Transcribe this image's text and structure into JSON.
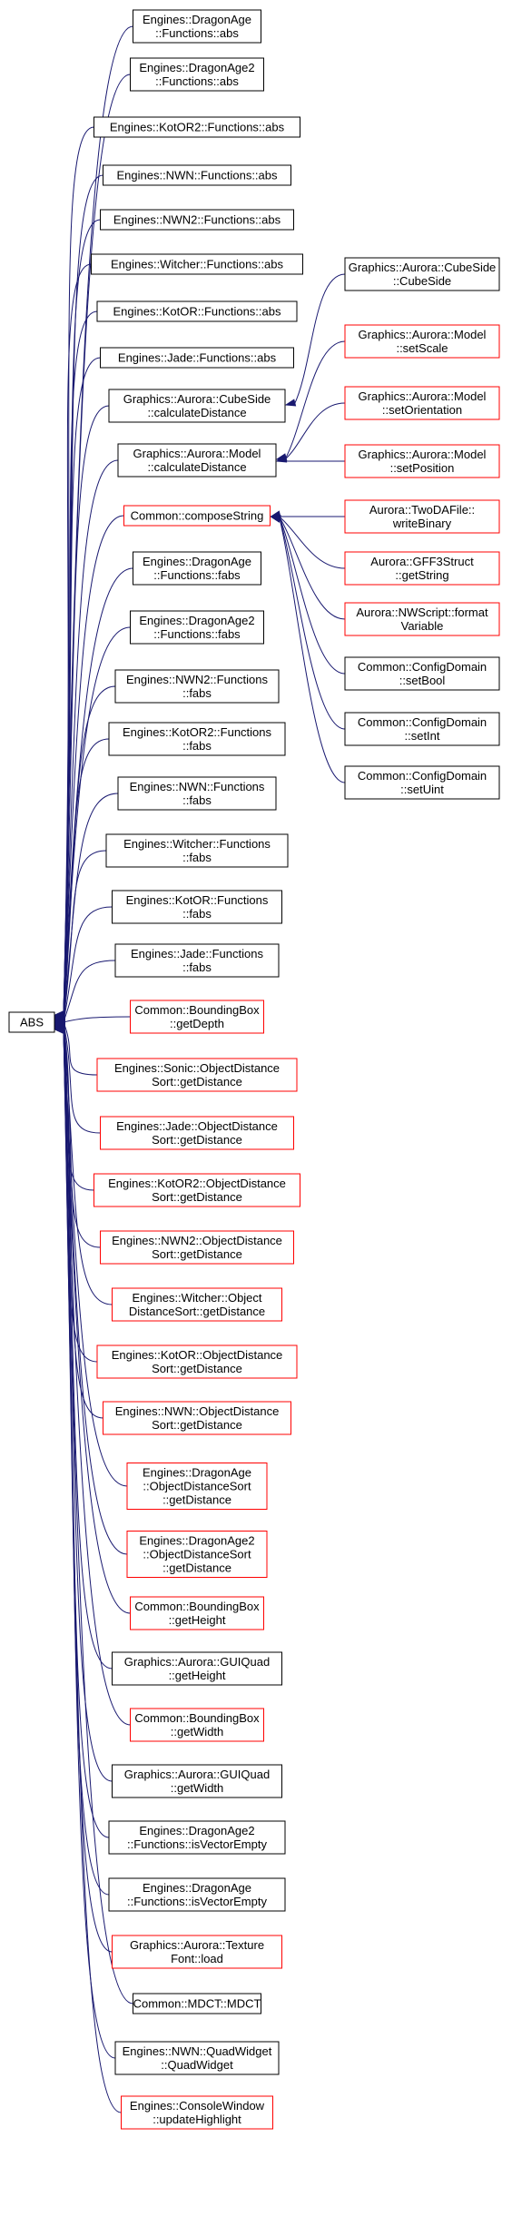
{
  "colors": {
    "edge": "#191970",
    "border_normal": "#000000",
    "border_red": "#ff0000",
    "root_fill": "#bfbfbf"
  },
  "root": {
    "lines": [
      "ABS"
    ]
  },
  "callers": [
    {
      "lines": [
        "Engines::DragonAge",
        "::Functions::abs"
      ],
      "style": "normal"
    },
    {
      "lines": [
        "Engines::DragonAge2",
        "::Functions::abs"
      ],
      "style": "normal"
    },
    {
      "lines": [
        "Engines::KotOR2::Functions::abs"
      ],
      "style": "normal"
    },
    {
      "lines": [
        "Engines::NWN::Functions::abs"
      ],
      "style": "normal"
    },
    {
      "lines": [
        "Engines::NWN2::Functions::abs"
      ],
      "style": "normal"
    },
    {
      "lines": [
        "Engines::Witcher::Functions::abs"
      ],
      "style": "normal"
    },
    {
      "lines": [
        "Engines::KotOR::Functions::abs"
      ],
      "style": "normal"
    },
    {
      "lines": [
        "Engines::Jade::Functions::abs"
      ],
      "style": "normal"
    },
    {
      "lines": [
        "Graphics::Aurora::CubeSide",
        "::calculateDistance"
      ],
      "style": "normal"
    },
    {
      "lines": [
        "Graphics::Aurora::Model",
        "::calculateDistance"
      ],
      "style": "normal"
    },
    {
      "lines": [
        "Common::composeString"
      ],
      "style": "red"
    },
    {
      "lines": [
        "Engines::DragonAge",
        "::Functions::fabs"
      ],
      "style": "normal"
    },
    {
      "lines": [
        "Engines::DragonAge2",
        "::Functions::fabs"
      ],
      "style": "normal"
    },
    {
      "lines": [
        "Engines::NWN2::Functions",
        "::fabs"
      ],
      "style": "normal"
    },
    {
      "lines": [
        "Engines::KotOR2::Functions",
        "::fabs"
      ],
      "style": "normal"
    },
    {
      "lines": [
        "Engines::NWN::Functions",
        "::fabs"
      ],
      "style": "normal"
    },
    {
      "lines": [
        "Engines::Witcher::Functions",
        "::fabs"
      ],
      "style": "normal"
    },
    {
      "lines": [
        "Engines::KotOR::Functions",
        "::fabs"
      ],
      "style": "normal"
    },
    {
      "lines": [
        "Engines::Jade::Functions",
        "::fabs"
      ],
      "style": "normal"
    },
    {
      "lines": [
        "Common::BoundingBox",
        "::getDepth"
      ],
      "style": "red"
    },
    {
      "lines": [
        "Engines::Sonic::ObjectDistance",
        "Sort::getDistance"
      ],
      "style": "red"
    },
    {
      "lines": [
        "Engines::Jade::ObjectDistance",
        "Sort::getDistance"
      ],
      "style": "red"
    },
    {
      "lines": [
        "Engines::KotOR2::ObjectDistance",
        "Sort::getDistance"
      ],
      "style": "red"
    },
    {
      "lines": [
        "Engines::NWN2::ObjectDistance",
        "Sort::getDistance"
      ],
      "style": "red"
    },
    {
      "lines": [
        "Engines::Witcher::Object",
        "DistanceSort::getDistance"
      ],
      "style": "red"
    },
    {
      "lines": [
        "Engines::KotOR::ObjectDistance",
        "Sort::getDistance"
      ],
      "style": "red"
    },
    {
      "lines": [
        "Engines::NWN::ObjectDistance",
        "Sort::getDistance"
      ],
      "style": "red"
    },
    {
      "lines": [
        "Engines::DragonAge",
        "::ObjectDistanceSort",
        "::getDistance"
      ],
      "style": "red"
    },
    {
      "lines": [
        "Engines::DragonAge2",
        "::ObjectDistanceSort",
        "::getDistance"
      ],
      "style": "red"
    },
    {
      "lines": [
        "Common::BoundingBox",
        "::getHeight"
      ],
      "style": "red"
    },
    {
      "lines": [
        "Graphics::Aurora::GUIQuad",
        "::getHeight"
      ],
      "style": "normal"
    },
    {
      "lines": [
        "Common::BoundingBox",
        "::getWidth"
      ],
      "style": "red"
    },
    {
      "lines": [
        "Graphics::Aurora::GUIQuad",
        "::getWidth"
      ],
      "style": "normal"
    },
    {
      "lines": [
        "Engines::DragonAge2",
        "::Functions::isVectorEmpty"
      ],
      "style": "normal"
    },
    {
      "lines": [
        "Engines::DragonAge",
        "::Functions::isVectorEmpty"
      ],
      "style": "normal"
    },
    {
      "lines": [
        "Graphics::Aurora::Texture",
        "Font::load"
      ],
      "style": "red"
    },
    {
      "lines": [
        "Common::MDCT::MDCT"
      ],
      "style": "normal"
    },
    {
      "lines": [
        "Engines::NWN::QuadWidget",
        "::QuadWidget"
      ],
      "style": "normal"
    },
    {
      "lines": [
        "Engines::ConsoleWindow",
        "::updateHighlight"
      ],
      "style": "red"
    }
  ],
  "second_level": [
    {
      "lines": [
        "Graphics::Aurora::CubeSide",
        "::CubeSide"
      ],
      "style": "normal",
      "target": 8
    },
    {
      "lines": [
        "Graphics::Aurora::Model",
        "::setScale"
      ],
      "style": "red",
      "target": 9
    },
    {
      "lines": [
        "Graphics::Aurora::Model",
        "::setOrientation"
      ],
      "style": "red",
      "target": 9
    },
    {
      "lines": [
        "Graphics::Aurora::Model",
        "::setPosition"
      ],
      "style": "red",
      "target": 9
    },
    {
      "lines": [
        "Aurora::TwoDAFile::",
        "writeBinary"
      ],
      "style": "red",
      "target": 10
    },
    {
      "lines": [
        "Aurora::GFF3Struct",
        "::getString"
      ],
      "style": "red",
      "target": 10
    },
    {
      "lines": [
        "Aurora::NWScript::format",
        "Variable"
      ],
      "style": "red",
      "target": 10
    },
    {
      "lines": [
        "Common::ConfigDomain",
        "::setBool"
      ],
      "style": "normal",
      "target": 10
    },
    {
      "lines": [
        "Common::ConfigDomain",
        "::setInt"
      ],
      "style": "normal",
      "target": 10
    },
    {
      "lines": [
        "Common::ConfigDomain",
        "::setUint"
      ],
      "style": "normal",
      "target": 10
    }
  ]
}
